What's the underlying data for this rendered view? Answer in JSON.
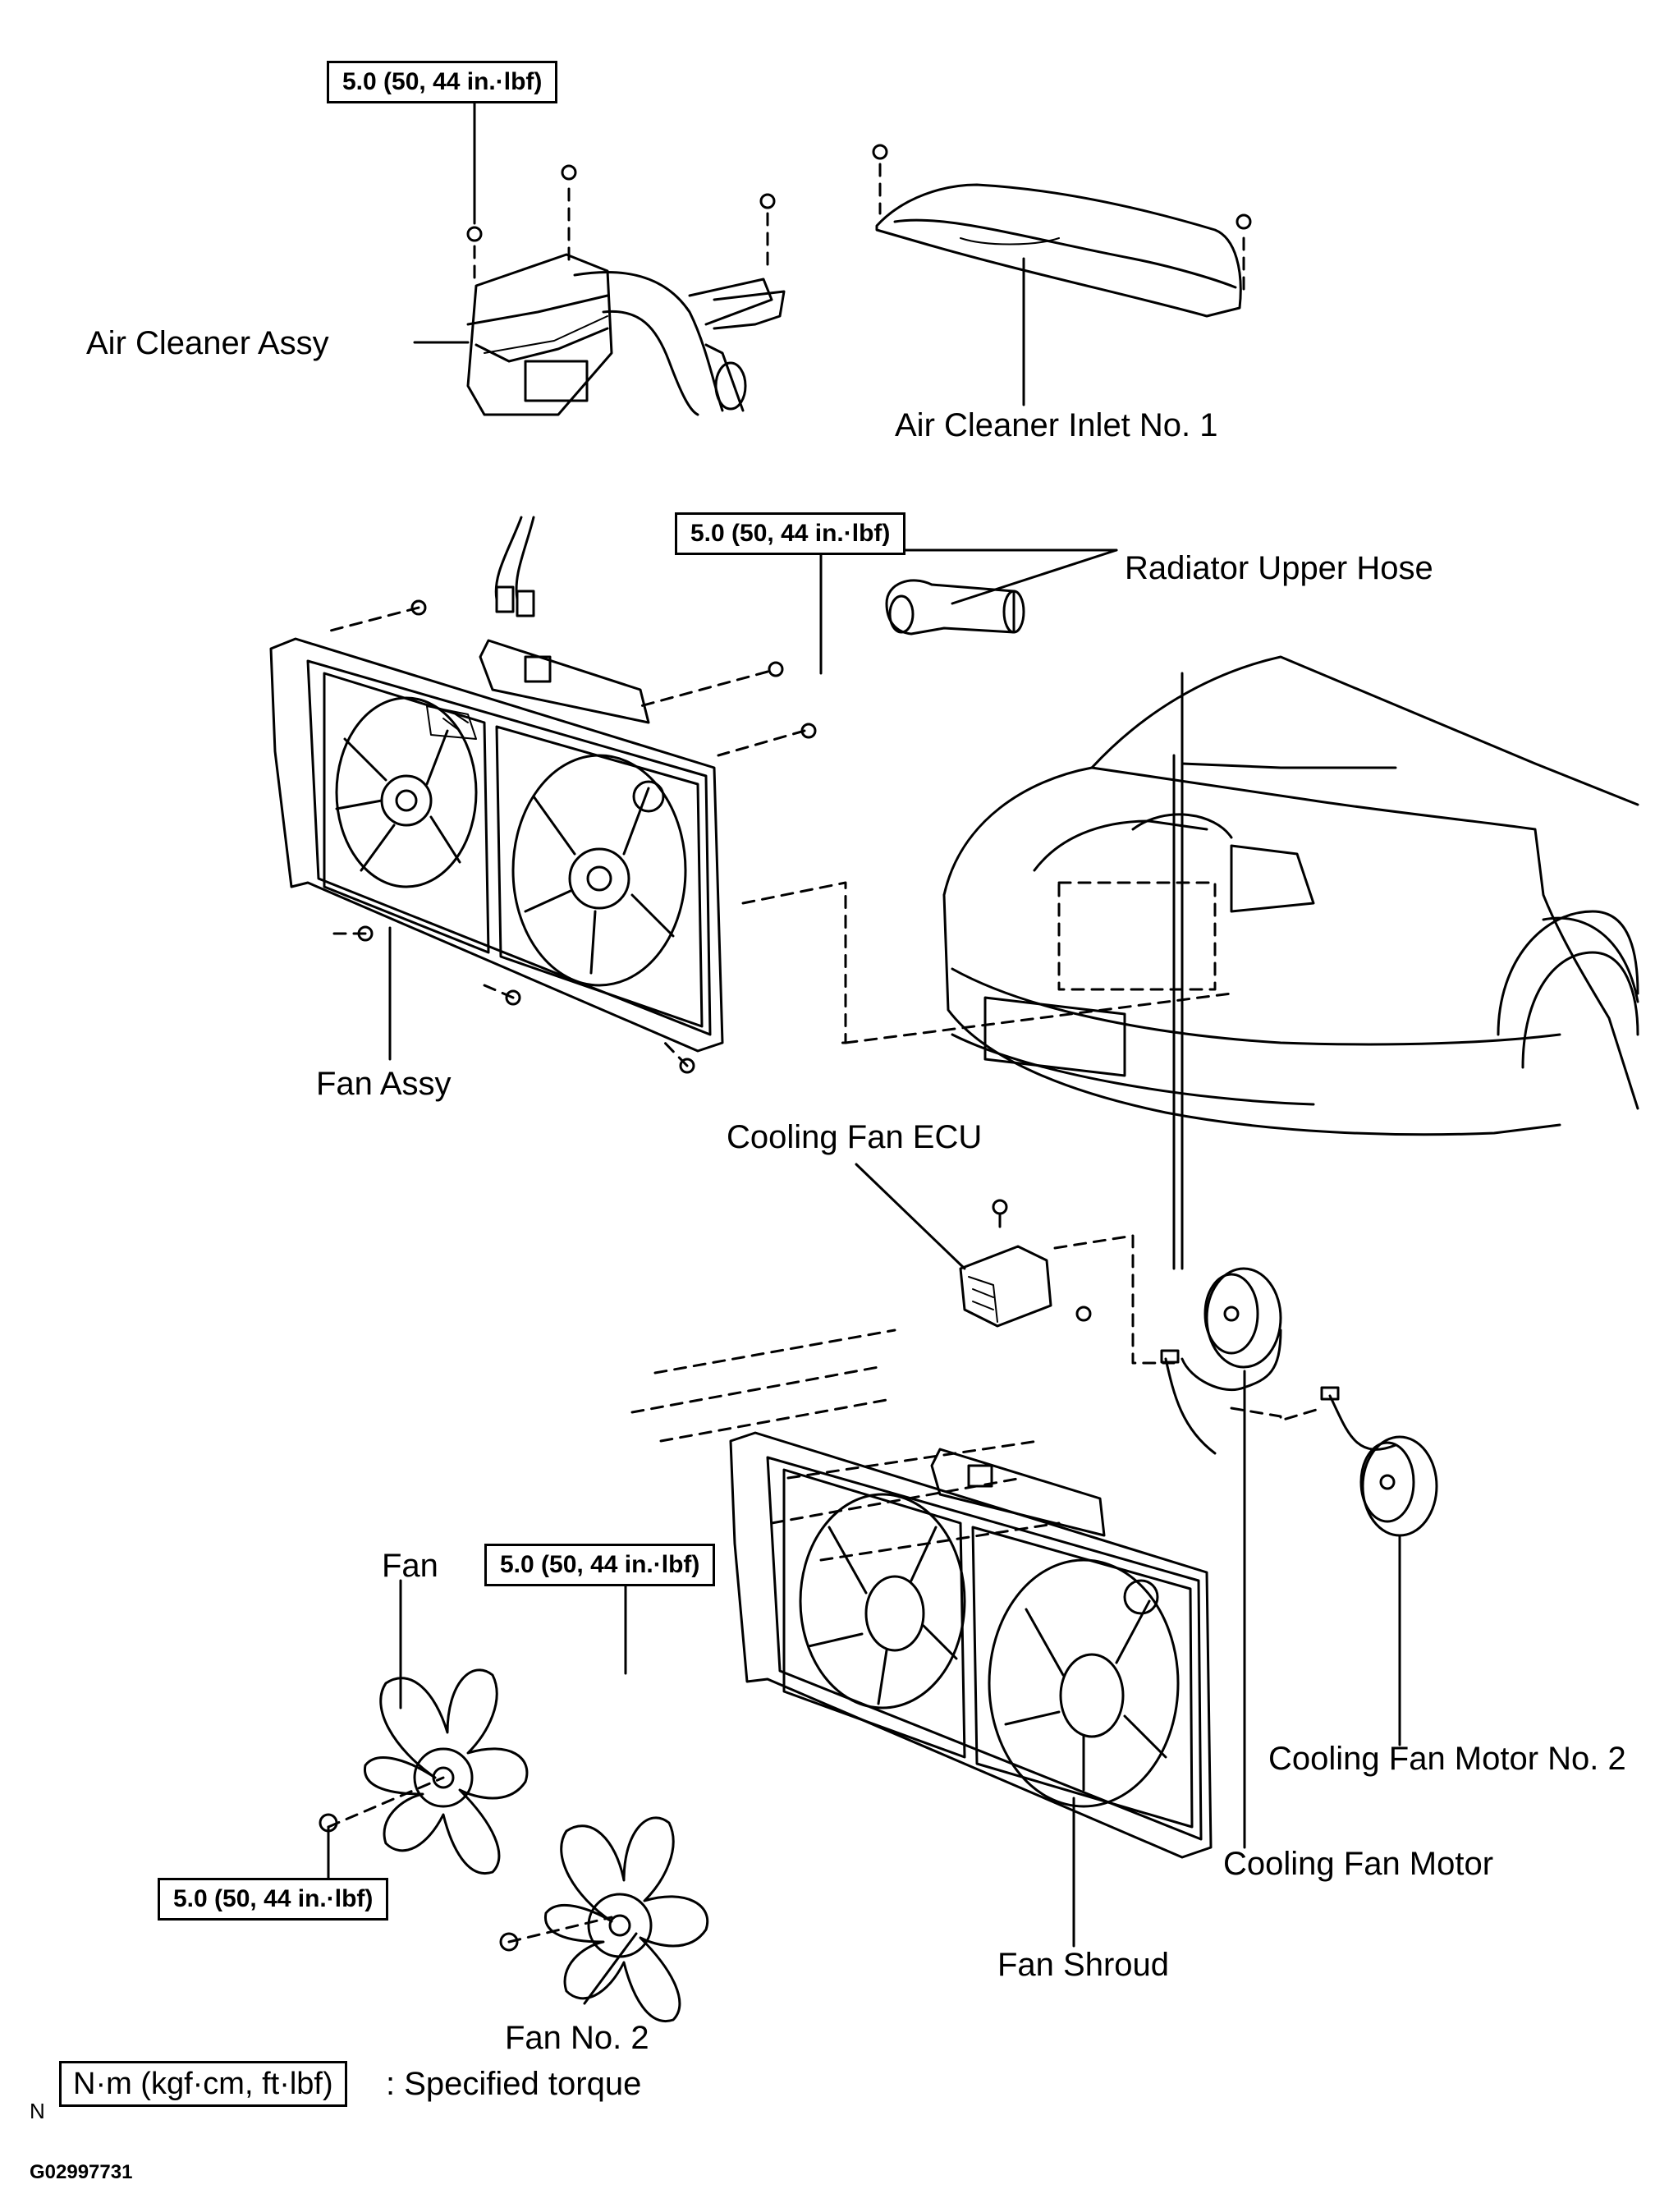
{
  "labels": {
    "air_cleaner_assy": "Air Cleaner Assy",
    "air_cleaner_inlet": "Air Cleaner Inlet No. 1",
    "radiator_upper_hose": "Radiator Upper Hose",
    "fan_assy": "Fan Assy",
    "cooling_fan_ecu": "Cooling Fan ECU",
    "fan": "Fan",
    "cooling_fan_motor_no2": "Cooling Fan Motor No. 2",
    "cooling_fan_motor": "Cooling Fan Motor",
    "fan_shroud": "Fan Shroud",
    "fan_no2": "Fan No. 2"
  },
  "torque": {
    "air_cleaner": "5.0 (50, 44 in.·lbf)",
    "fan_assy": "5.0 (50, 44 in.·lbf)",
    "fan_shroud": "5.0 (50, 44 in.·lbf)",
    "fan_nut": "5.0 (50, 44 in.·lbf)"
  },
  "legend": {
    "box": "N·m (kgf·cm, ft·lbf)",
    "text": ": Specified torque",
    "prefix": "N"
  },
  "figure_code": "G02997731"
}
